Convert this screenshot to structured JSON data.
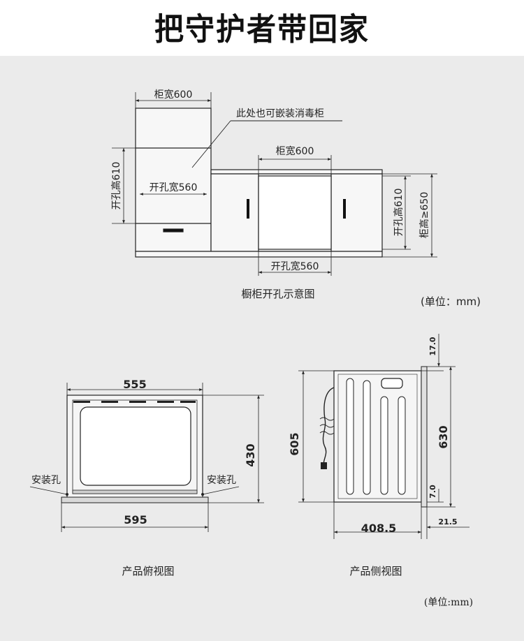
{
  "header": {
    "title": "把守护者带回家"
  },
  "cabinet_diagram": {
    "cabinet_width_top": "柜宽600",
    "embed_note": "此处也可嵌装消毒柜",
    "cabinet_width_bottom": "柜宽600",
    "opening_height_left": "开孔高610",
    "opening_width_left": "开孔宽560",
    "opening_height_right": "开孔高610",
    "cabinet_height": "柜高≥650",
    "opening_width_bottom": "开孔宽560",
    "caption": "橱柜开孔示意图",
    "unit": "(单位：mm)"
  },
  "top_view": {
    "dim_top": "555",
    "dim_right": "430",
    "dim_bottom": "595",
    "hole_left": "安装孔",
    "hole_right": "安装孔",
    "caption": "产品俯视图"
  },
  "side_view": {
    "dim_17": "17.0",
    "dim_630": "630",
    "dim_605": "605",
    "dim_7": "7.0",
    "dim_4085": "408.5",
    "dim_215": "21.5",
    "caption": "产品侧视图"
  },
  "footer": {
    "unit": "(单位:mm)"
  }
}
